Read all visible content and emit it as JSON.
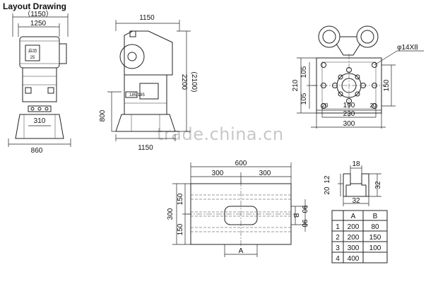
{
  "title": "Layout Drawing",
  "watermark": "trade.china.cn",
  "front_view": {
    "dim_top_paren": "（1150）",
    "dim_1250": "1250",
    "dim_310": "310",
    "dim_860": "860",
    "panel_label_1": "启动",
    "panel_label_2": "25"
  },
  "side_view": {
    "dim_1150_top": "1150",
    "dim_2200": "2200",
    "dim_2100": "(2100)",
    "dim_800": "800",
    "dim_1150_bottom": "1150",
    "dim_185_195": "185/195"
  },
  "plate_view": {
    "hole_label": "φ14X8",
    "dim_210": "210",
    "dim_105_upper": "105",
    "dim_105_lower": "105",
    "dim_150": "150",
    "dim_20_left": "20",
    "dim_190": "190",
    "dim_20_right": "20",
    "dim_230": "230",
    "dim_300": "300"
  },
  "table_view": {
    "dim_600": "600",
    "dim_300_left": "300",
    "dim_300_right": "300",
    "dim_300_side": "300",
    "dim_150_upper": "150",
    "dim_150_lower": "150",
    "dim_90_upper": "90",
    "dim_90_lower": "90",
    "label_a": "A",
    "label_b": "B"
  },
  "tslot_view": {
    "dim_18": "18",
    "dim_12": "12",
    "dim_20": "20",
    "dim_32_right": "32",
    "dim_32_bottom": "32"
  },
  "dimension_table": {
    "headers": [
      "",
      "A",
      "B"
    ],
    "rows": [
      [
        "1",
        "200",
        "80"
      ],
      [
        "2",
        "200",
        "150"
      ],
      [
        "3",
        "300",
        "100"
      ],
      [
        "4",
        "400",
        ""
      ]
    ]
  }
}
